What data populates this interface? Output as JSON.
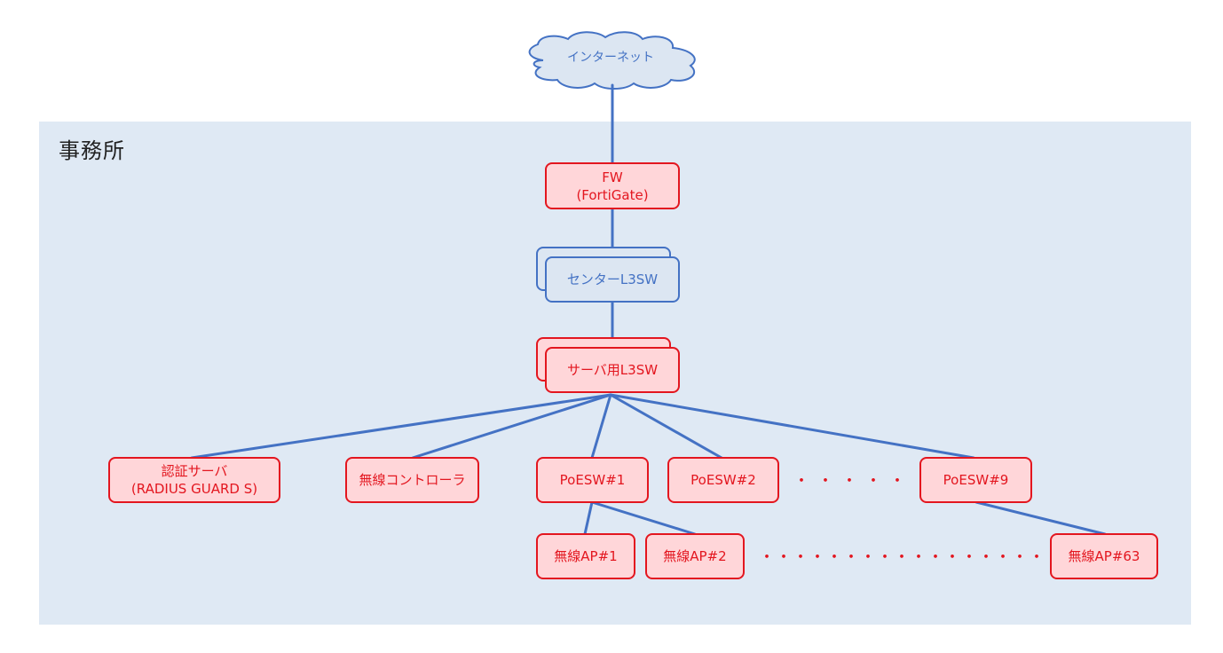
{
  "internet_label": "インターネット",
  "zone_label": "事務所",
  "nodes": {
    "fw": {
      "line1": "FW",
      "line2": "(FortiGate)"
    },
    "center_l3sw": "センターL3SW",
    "server_l3sw": "サーバ用L3SW",
    "auth_server": {
      "line1": "認証サーバ",
      "line2": "(RADIUS GUARD S)"
    },
    "wireless_controller": "無線コントローラ",
    "poesw_1": "PoESW#1",
    "poesw_2": "PoESW#2",
    "poesw_9": "PoESW#9",
    "ap_1": "無線AP#1",
    "ap_2": "無線AP#2",
    "ap_63": "無線AP#63"
  },
  "ellipsis_poesw": "・・・・・・・",
  "ellipsis_ap": "・・・・・・・・・・・・・・・・・・",
  "colors": {
    "line": "#4472c4",
    "red_border": "#e3161f",
    "red_fill": "#ffd6d9",
    "blue_fill": "#dce6f2",
    "zone_fill": "#dfe9f4"
  }
}
